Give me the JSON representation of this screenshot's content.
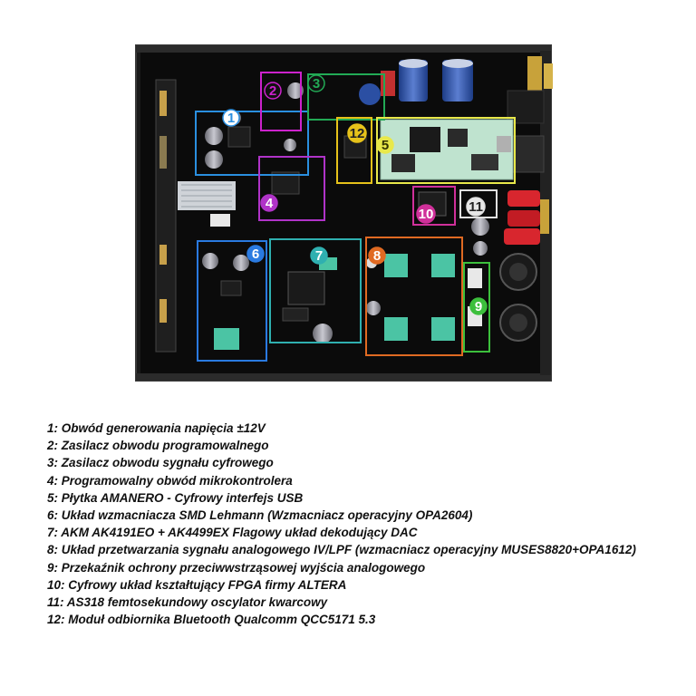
{
  "image": {
    "subject": "dac-circuit-board-top-view",
    "colors": {
      "chassis": "#161616",
      "pcb": "#0d0d0d",
      "amanero_board": "#bfe3cf",
      "gold_rca": "#c8a23a",
      "red_binding_post": "#d8262e",
      "capacitor_blue": "#2b4fa3"
    }
  },
  "callouts": [
    {
      "num": "1",
      "color": "#2a8fe0",
      "text_color": "#2a8fe0",
      "fill": "#ffffff"
    },
    {
      "num": "2",
      "color": "#cc22cc",
      "text_color": "#cc22cc",
      "fill": "#111111"
    },
    {
      "num": "3",
      "color": "#22aa55",
      "text_color": "#22aa55",
      "fill": "#111111"
    },
    {
      "num": "4",
      "color": "#b033c8",
      "text_color": "#ffffff",
      "fill": "#b033c8"
    },
    {
      "num": "5",
      "color": "#e8e84a",
      "text_color": "#333300",
      "fill": "#e8e84a"
    },
    {
      "num": "6",
      "color": "#2a7ae0",
      "text_color": "#ffffff",
      "fill": "#2a7ae0"
    },
    {
      "num": "7",
      "color": "#2fb0b0",
      "text_color": "#ffffff",
      "fill": "#2fb0b0"
    },
    {
      "num": "8",
      "color": "#e06a22",
      "text_color": "#ffffff",
      "fill": "#e06a22"
    },
    {
      "num": "9",
      "color": "#3cbf3c",
      "text_color": "#ffffff",
      "fill": "#3cbf3c"
    },
    {
      "num": "10",
      "color": "#d0309a",
      "text_color": "#ffffff",
      "fill": "#d0309a"
    },
    {
      "num": "11",
      "color": "#e0e0e0",
      "text_color": "#222222",
      "fill": "#e8e8e8"
    },
    {
      "num": "12",
      "color": "#e6c21a",
      "text_color": "#222222",
      "fill": "#e6c21a"
    }
  ],
  "legend": [
    "1: Obwód generowania napięcia ±12V",
    "2: Zasilacz obwodu programowalnego",
    "3: Zasilacz obwodu sygnału cyfrowego",
    "4: Programowalny obwód mikrokontrolera",
    "5: Płytka AMANERO - Cyfrowy interfejs USB",
    "6: Układ wzmacniacza SMD Lehmann (Wzmacniacz operacyjny OPA2604)",
    "7: AKM AK4191EO + AK4499EX Flagowy układ dekodujący DAC",
    "8: Układ przetwarzania sygnału analogowego IV/LPF (wzmacniacz operacyjny MUSES8820+OPA1612)",
    "9: Przekaźnik ochrony przeciwwstrząsowej wyjścia analogowego",
    "10: Cyfrowy układ kształtujący FPGA firmy ALTERA",
    "11: AS318 femtosekundowy oscylator kwarcowy",
    "12: Moduł odbiornika Bluetooth Qualcomm QCC5171 5.3"
  ]
}
